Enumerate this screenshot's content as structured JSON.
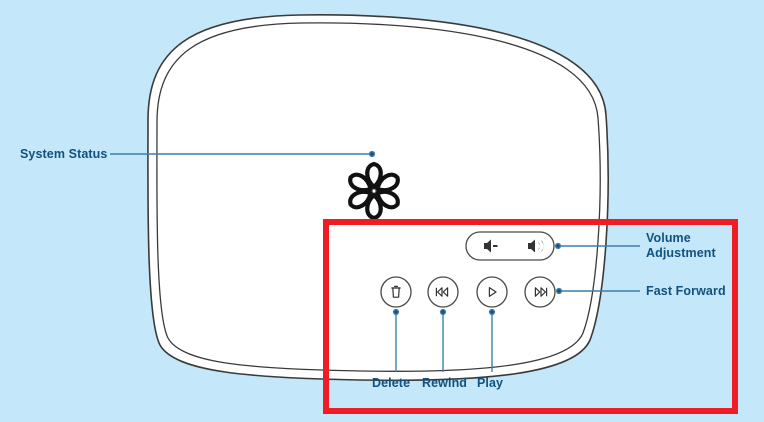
{
  "figure": {
    "title": "Device control panel callout diagram",
    "background_color": "#c4e7f9",
    "highlight_box_color": "#ee1c25",
    "leader_line_color": "#3d7fae",
    "label_color": "#12517f",
    "device_outline_color": "#3a3a3a",
    "device_fill_color": "#ffffff"
  },
  "device": {
    "name": "rounded-rectangle-device-body",
    "status_indicator": {
      "name": "flower-status-indicator",
      "petals": 6
    }
  },
  "controls": {
    "volume_button": {
      "name": "volume-adjustment-button",
      "shape": "pill",
      "icons": [
        {
          "name": "volume-down-icon",
          "glyph": "speaker-minus"
        },
        {
          "name": "volume-up-icon",
          "glyph": "speaker-waves"
        }
      ]
    },
    "round_buttons": [
      {
        "name": "delete-button",
        "icon": "trash-icon",
        "label": "Delete"
      },
      {
        "name": "rewind-button",
        "icon": "rewind-icon",
        "label": "Rewind"
      },
      {
        "name": "play-button",
        "icon": "play-icon",
        "label": "Play"
      },
      {
        "name": "fast-forward-button",
        "icon": "fast-forward-icon",
        "label": "Fast Forward"
      }
    ]
  },
  "callouts": {
    "system_status": "System Status",
    "volume_adjustment_line1": "Volume",
    "volume_adjustment_line2": "Adjustment",
    "fast_forward": "Fast Forward",
    "delete": "Delete",
    "rewind": "Rewind",
    "play": "Play"
  }
}
